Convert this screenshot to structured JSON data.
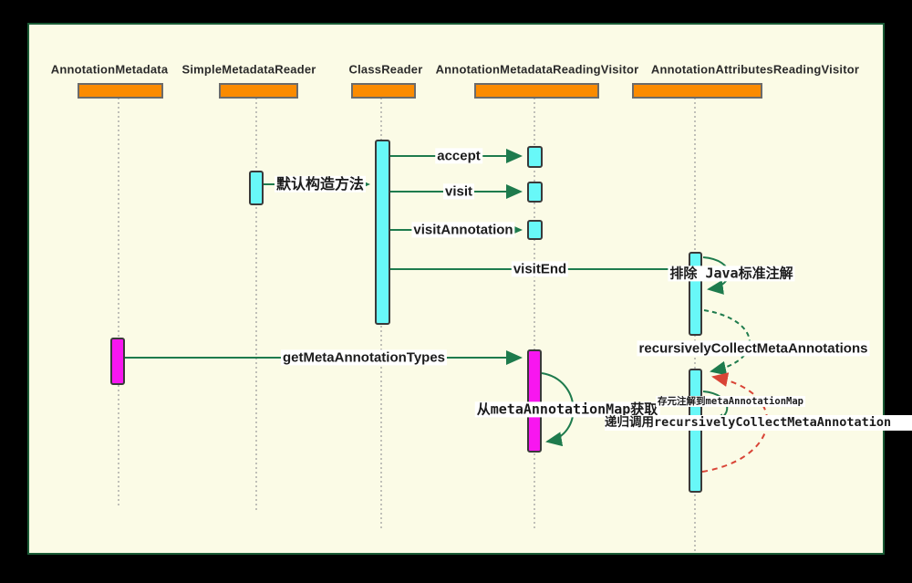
{
  "diagram_type": "uml-sequence-diagram",
  "participants": [
    {
      "label": "AnnotationMetadata"
    },
    {
      "label": "SimpleMetadataReader"
    },
    {
      "label": "ClassReader"
    },
    {
      "label": "AnnotationMetadataReadingVisitor"
    },
    {
      "label": "AnnotationAttributesReadingVisitor"
    }
  ],
  "messages": {
    "default_constructor": "默认构造方法",
    "accept": "accept",
    "visit": "visit",
    "visit_annotation": "visitAnnotation",
    "visit_end": "visitEnd",
    "exclude_java_std": "排除 Java标准注解",
    "get_meta_annotation_types": "getMetaAnnotationTypes",
    "recursively_collect": "recursivelyCollectMetaAnnotations",
    "get_from_map": "从metaAnnotationMap获取",
    "store_to_map": "存元注解到metaAnnotationMap",
    "recursive_call": "递归调用recursivelyCollectMetaAnnotation"
  },
  "colors": {
    "background_outer": "#000000",
    "background_canvas": "#FBFBE6",
    "canvas_border": "#1A5B35",
    "participant_bar": "#FB8B00",
    "activation_cyan": "#68F8F8",
    "activation_magenta": "#F816F0",
    "arrow_green": "#1E7B4D",
    "arrow_red": "#D94436",
    "lifeline_gray": "#999999",
    "label_text": "#1C1C1C"
  }
}
